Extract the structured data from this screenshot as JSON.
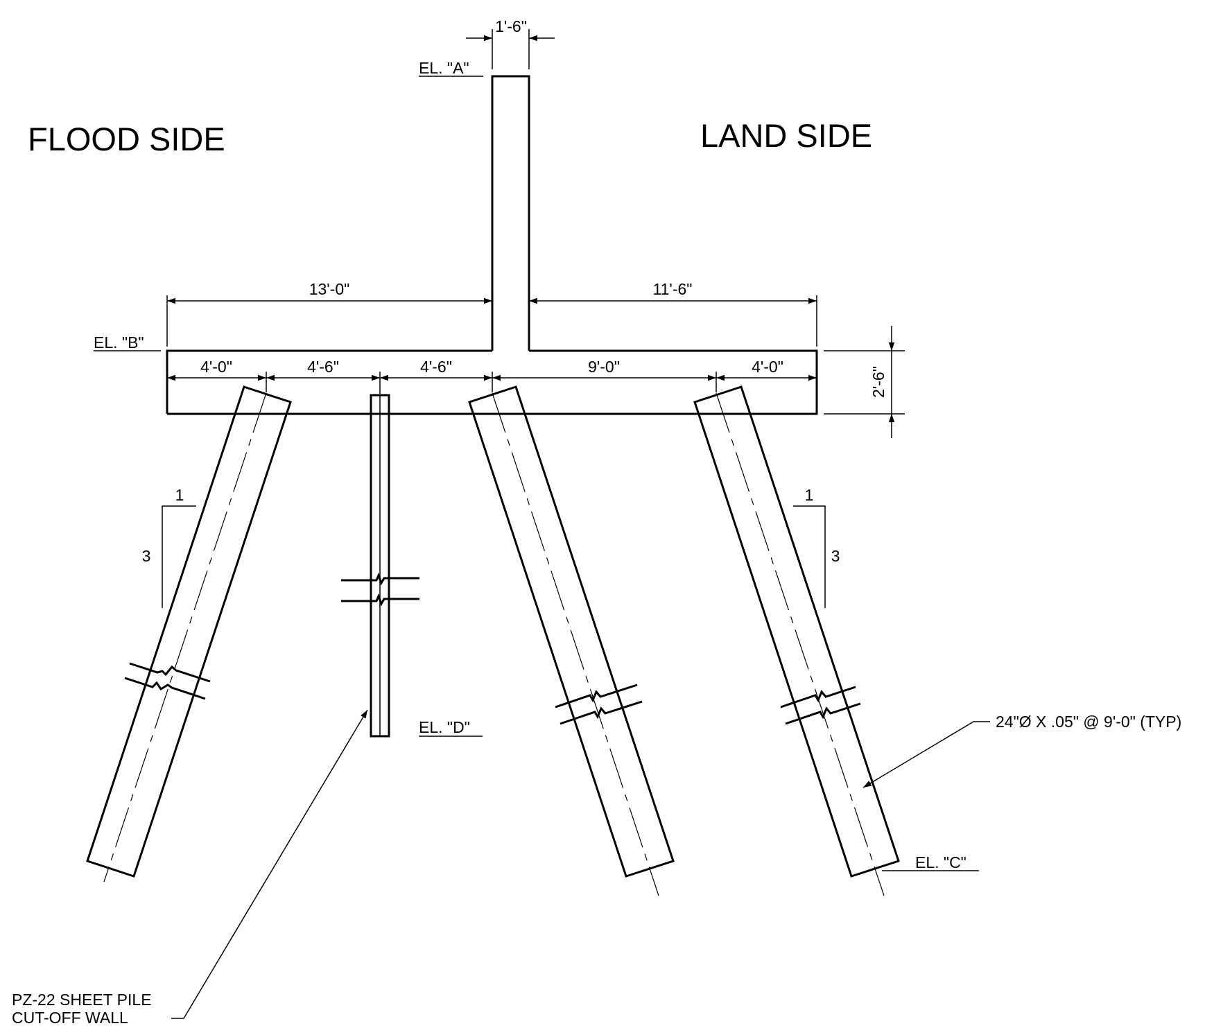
{
  "sides": {
    "flood": "FLOOD SIDE",
    "land": "LAND SIDE"
  },
  "elevations": {
    "a": "EL. \"A\"",
    "b": "EL. \"B\"",
    "c": "EL. \"C\"",
    "d": "EL. \"D\""
  },
  "dimensions": {
    "stem_width": "1'-6\"",
    "flood_heel": "13'-0\"",
    "land_toe": "11'-6\"",
    "base_thickness": "2'-6\"",
    "spacing": [
      "4'-0\"",
      "4'-6\"",
      "4'-6\"",
      "9'-0\"",
      "4'-0\""
    ]
  },
  "batter": {
    "left": {
      "run": "1",
      "rise": "3"
    },
    "right": {
      "run": "1",
      "rise": "3"
    }
  },
  "notes": {
    "pile": "24\"Ø X .05\" @ 9'-0\" (TYP)",
    "sheet_pile_line1": "PZ-22 SHEET PILE",
    "sheet_pile_line2": "CUT-OFF WALL"
  },
  "colors": {
    "line": "#000000",
    "background": "#ffffff"
  }
}
